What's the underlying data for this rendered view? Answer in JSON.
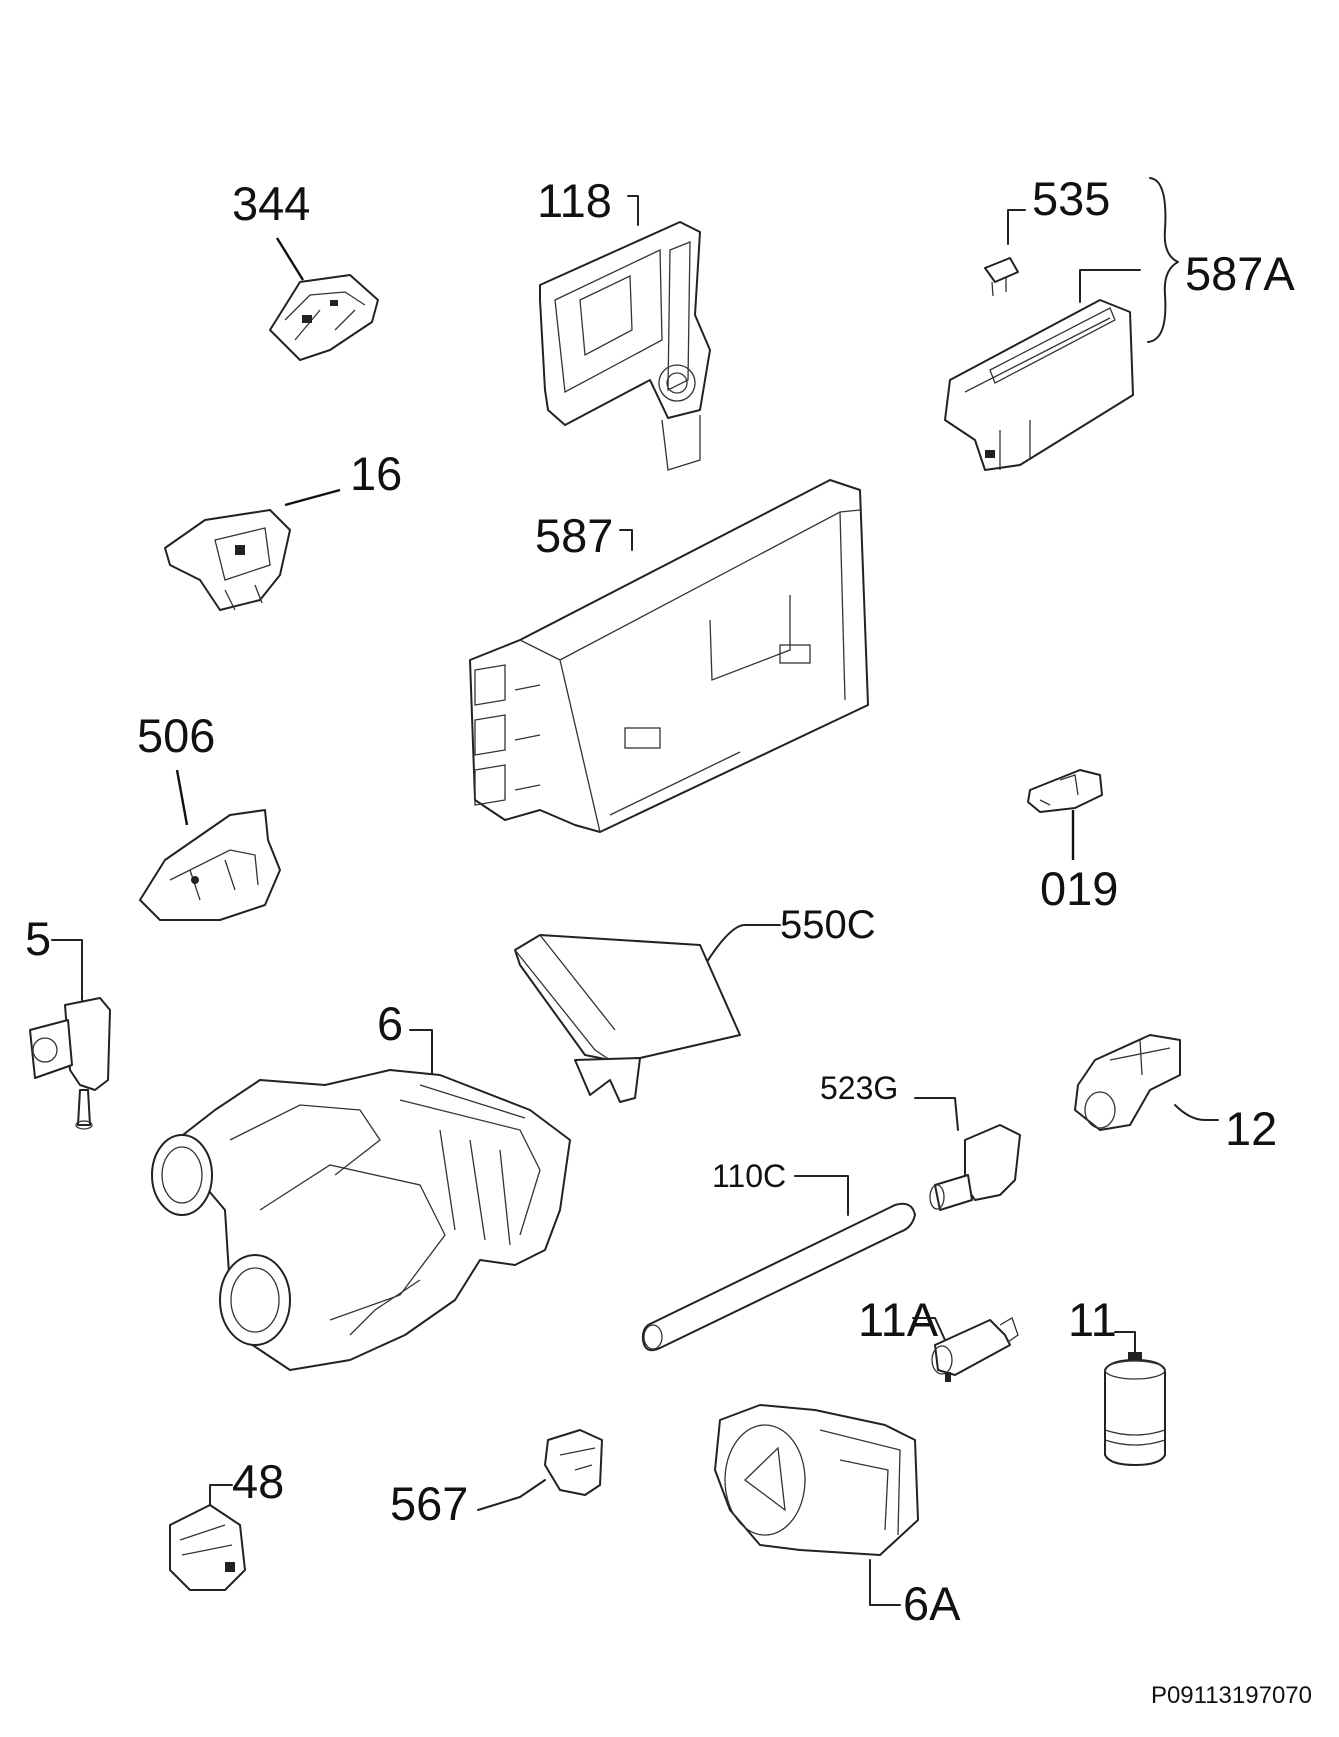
{
  "diagram": {
    "parts": [
      {
        "id": "p344",
        "label": "344"
      },
      {
        "id": "p118",
        "label": "118"
      },
      {
        "id": "p535",
        "label": "535"
      },
      {
        "id": "p587a",
        "label": "587A"
      },
      {
        "id": "p16",
        "label": "16"
      },
      {
        "id": "p587",
        "label": "587"
      },
      {
        "id": "p506",
        "label": "506"
      },
      {
        "id": "p019",
        "label": "019"
      },
      {
        "id": "p5",
        "label": "5"
      },
      {
        "id": "p550c",
        "label": "550C"
      },
      {
        "id": "p6",
        "label": "6"
      },
      {
        "id": "p523g",
        "label": "523G"
      },
      {
        "id": "p12",
        "label": "12"
      },
      {
        "id": "p110c",
        "label": "110C"
      },
      {
        "id": "p11a",
        "label": "11A"
      },
      {
        "id": "p11",
        "label": "11"
      },
      {
        "id": "p48",
        "label": "48"
      },
      {
        "id": "p567",
        "label": "567"
      },
      {
        "id": "p6a",
        "label": "6A"
      }
    ],
    "drawing_code": "P09113197070"
  }
}
